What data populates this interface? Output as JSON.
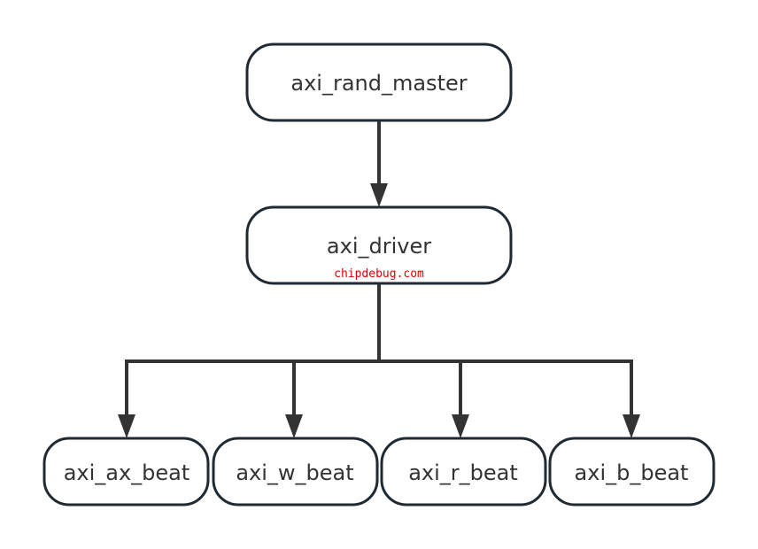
{
  "diagram": {
    "type": "tree",
    "nodes": [
      {
        "id": "master",
        "label": "axi_rand_master"
      },
      {
        "id": "driver",
        "label": "axi_driver"
      },
      {
        "id": "ax",
        "label": "axi_ax_beat"
      },
      {
        "id": "w",
        "label": "axi_w_beat"
      },
      {
        "id": "r",
        "label": "axi_r_beat"
      },
      {
        "id": "b",
        "label": "axi_b_beat"
      }
    ],
    "edges": [
      {
        "from": "master",
        "to": "driver"
      },
      {
        "from": "driver",
        "to": "ax"
      },
      {
        "from": "driver",
        "to": "w"
      },
      {
        "from": "driver",
        "to": "r"
      },
      {
        "from": "driver",
        "to": "b"
      }
    ],
    "watermark": "chipdebug.com",
    "colors": {
      "node_border": "#1f2a33",
      "edge": "#333333",
      "text": "#333333",
      "watermark": "#e00000"
    }
  }
}
